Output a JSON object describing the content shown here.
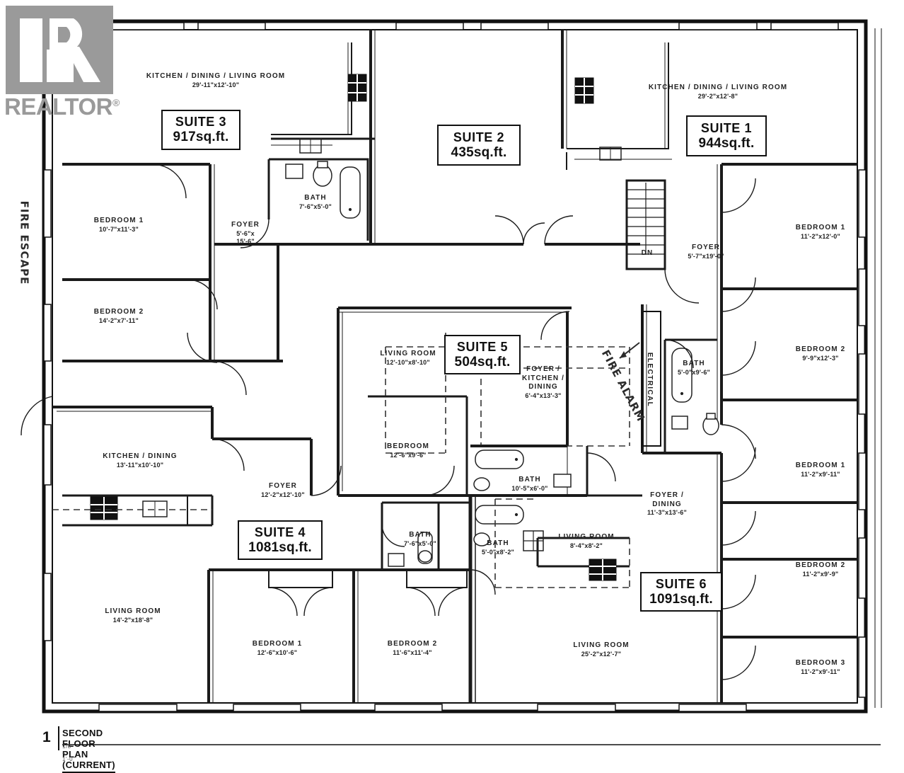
{
  "document": {
    "title": "SECOND FLOOR PLAN (CURRENT)",
    "plan_number": "1",
    "scale_note": "1/8\" = 1'-0\"",
    "watermark": "REALTOR",
    "watermark_mark": "®"
  },
  "colors": {
    "wall": "#111111",
    "thin_line": "#333333",
    "text": "#222222",
    "watermark": "#9a9a9a",
    "paper": "#ffffff"
  },
  "suites": [
    {
      "id": "suite-1",
      "name": "SUITE 1",
      "area": "944sq.ft."
    },
    {
      "id": "suite-2",
      "name": "SUITE 2",
      "area": "435sq.ft."
    },
    {
      "id": "suite-3",
      "name": "SUITE 3",
      "area": "917sq.ft."
    },
    {
      "id": "suite-4",
      "name": "SUITE 4",
      "area": "1081sq.ft."
    },
    {
      "id": "suite-5",
      "name": "SUITE 5",
      "area": "504sq.ft."
    },
    {
      "id": "suite-6",
      "name": "SUITE 6",
      "area": "1091sq.ft."
    }
  ],
  "rooms": {
    "suite3_kitchen": {
      "name": "KITCHEN / DINING / LIVING ROOM",
      "dim": "29'-11\"x12'-10\""
    },
    "suite3_bedroom1": {
      "name": "BEDROOM 1",
      "dim": "10'-7\"x11'-3\""
    },
    "suite3_bedroom2": {
      "name": "BEDROOM 2",
      "dim": "14'-2\"x7'-11\""
    },
    "suite3_foyer": {
      "name": "FOYER",
      "dim": "5'-6\"x",
      "dim2": "15'-6\""
    },
    "suite3_bath": {
      "name": "BATH",
      "dim": "7'-6\"x5'-0\""
    },
    "suite1_kitchen": {
      "name": "KITCHEN / DINING / LIVING ROOM",
      "dim": "29'-2\"x12'-8\""
    },
    "suite1_foyer": {
      "name": "FOYER",
      "dim": "5'-7\"x19'-0\""
    },
    "suite1_bedroom1": {
      "name": "BEDROOM 1",
      "dim": "11'-2\"x12'-0\""
    },
    "suite1_bedroom2": {
      "name": "BEDROOM 2",
      "dim": "9'-9\"x12'-3\""
    },
    "suite1_bath": {
      "name": "BATH",
      "dim": "5'-0\"x9'-6\""
    },
    "suite5_living": {
      "name": "LIVING ROOM",
      "dim": "12'-10\"x8'-10\""
    },
    "suite5_bedroom": {
      "name": "BEDROOM",
      "dim": "12'-6\"x9'-6\""
    },
    "suite5_foyer": {
      "name": "FOYER /",
      "name2": "KITCHEN /",
      "name3": "DINING",
      "dim": "6'-4\"x13'-3\""
    },
    "suite4_kitchen": {
      "name": "KITCHEN / DINING",
      "dim": "13'-11\"x10'-10\""
    },
    "suite4_foyer": {
      "name": "FOYER",
      "dim": "12'-2\"x12'-10\""
    },
    "suite4_living": {
      "name": "LIVING ROOM",
      "dim": "14'-2\"x18'-8\""
    },
    "suite4_bedroom1": {
      "name": "BEDROOM 1",
      "dim": "12'-6\"x10'-6\""
    },
    "suite4_bedroom2": {
      "name": "BEDROOM 2",
      "dim": "11'-6\"x11'-4\""
    },
    "suite4_bath": {
      "name": "BATH",
      "dim": "7'-6\"x5'-0\""
    },
    "center_bath": {
      "name": "BATH",
      "dim": "10'-5\"x6'-0\""
    },
    "suite6_bath": {
      "name": "BATH",
      "dim": "5'-0\"x8'-2\""
    },
    "suite6_foyer": {
      "name": "FOYER /",
      "name2": "DINING",
      "dim": "11'-3\"x13'-6\""
    },
    "suite6_living_sm": {
      "name": "LIVING ROOM",
      "dim": "8'-4\"x8'-2\""
    },
    "suite6_living": {
      "name": "LIVING ROOM",
      "dim": "25'-2\"x12'-7\""
    },
    "suite6_bedroom1": {
      "name": "BEDROOM 1",
      "dim": "11'-2\"x9'-11\""
    },
    "suite6_bedroom2": {
      "name": "BEDROOM 2",
      "dim": "11'-2\"x9'-9\""
    },
    "suite6_bedroom3": {
      "name": "BEDROOM 3",
      "dim": "11'-2\"x9'-11\""
    }
  },
  "annotations": {
    "electrical": "ELECTRICAL",
    "stairs_down": "DN",
    "fire_escape": "FIRE ESCAPE",
    "fire_alarm": "FIRE ALARM"
  }
}
